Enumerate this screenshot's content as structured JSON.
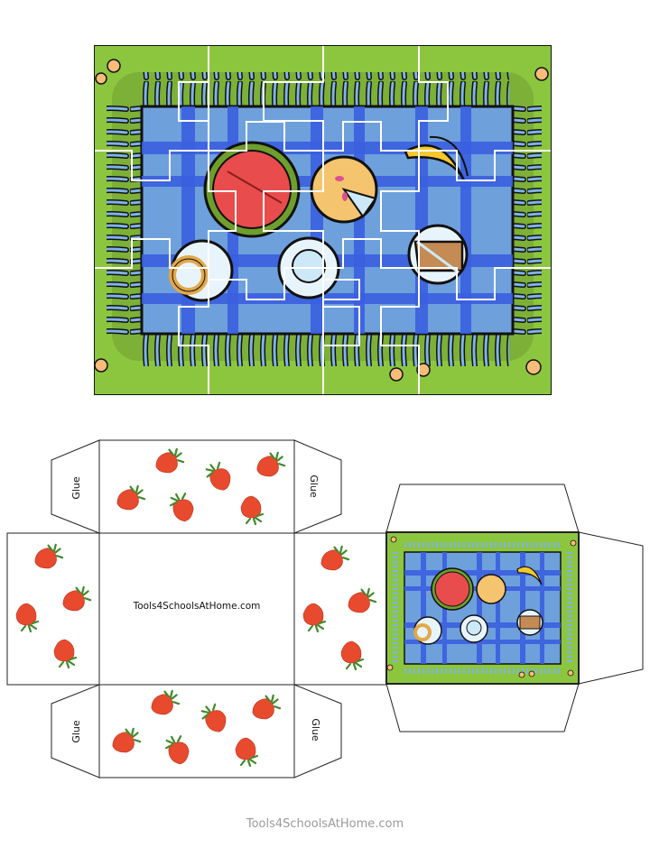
{
  "worksheet": {
    "puzzle": {
      "description": "Picnic blanket jigsaw puzzle",
      "items": [
        "watermelon",
        "pie",
        "bananas",
        "pretzel-plate",
        "empty-plate",
        "sandwich-plate"
      ],
      "colors": {
        "grass": "#8cc63f",
        "blanket": "#6ea0dc",
        "stripe": "#3a5fe0",
        "outline": "#111111",
        "cut_line": "#ffffff"
      }
    },
    "box_template": {
      "center_text": "Tools4SchoolsAtHome.com",
      "glue_labels": [
        "Glue",
        "Glue",
        "Glue",
        "Glue"
      ],
      "decoration": "strawberries"
    },
    "footer": {
      "text": "Tools4SchoolsAtHome.com"
    }
  }
}
